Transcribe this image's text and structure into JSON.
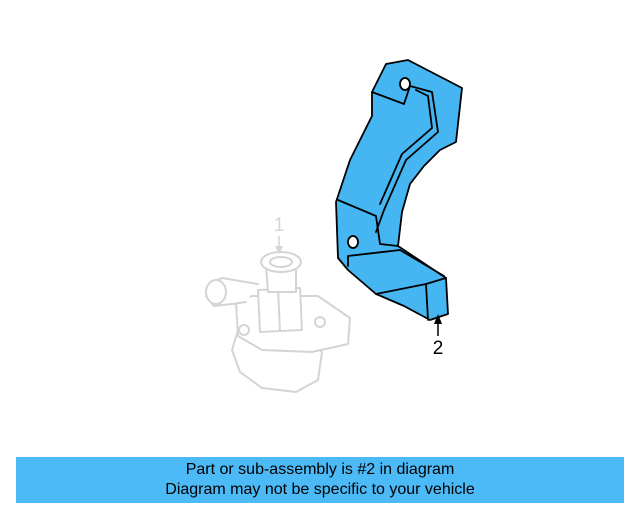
{
  "diagram": {
    "callouts": [
      {
        "number": "1",
        "state": "faded"
      },
      {
        "number": "2",
        "state": "highlighted"
      }
    ]
  },
  "banner": {
    "line1": "Part or sub-assembly is #2 in diagram",
    "line2": "Diagram may not be specific to your vehicle"
  },
  "colors": {
    "highlight_fill": "#45b6f2",
    "banner_background": "#4cbaf6",
    "faded_outline": "#d4d4d4",
    "line": "#000000"
  }
}
